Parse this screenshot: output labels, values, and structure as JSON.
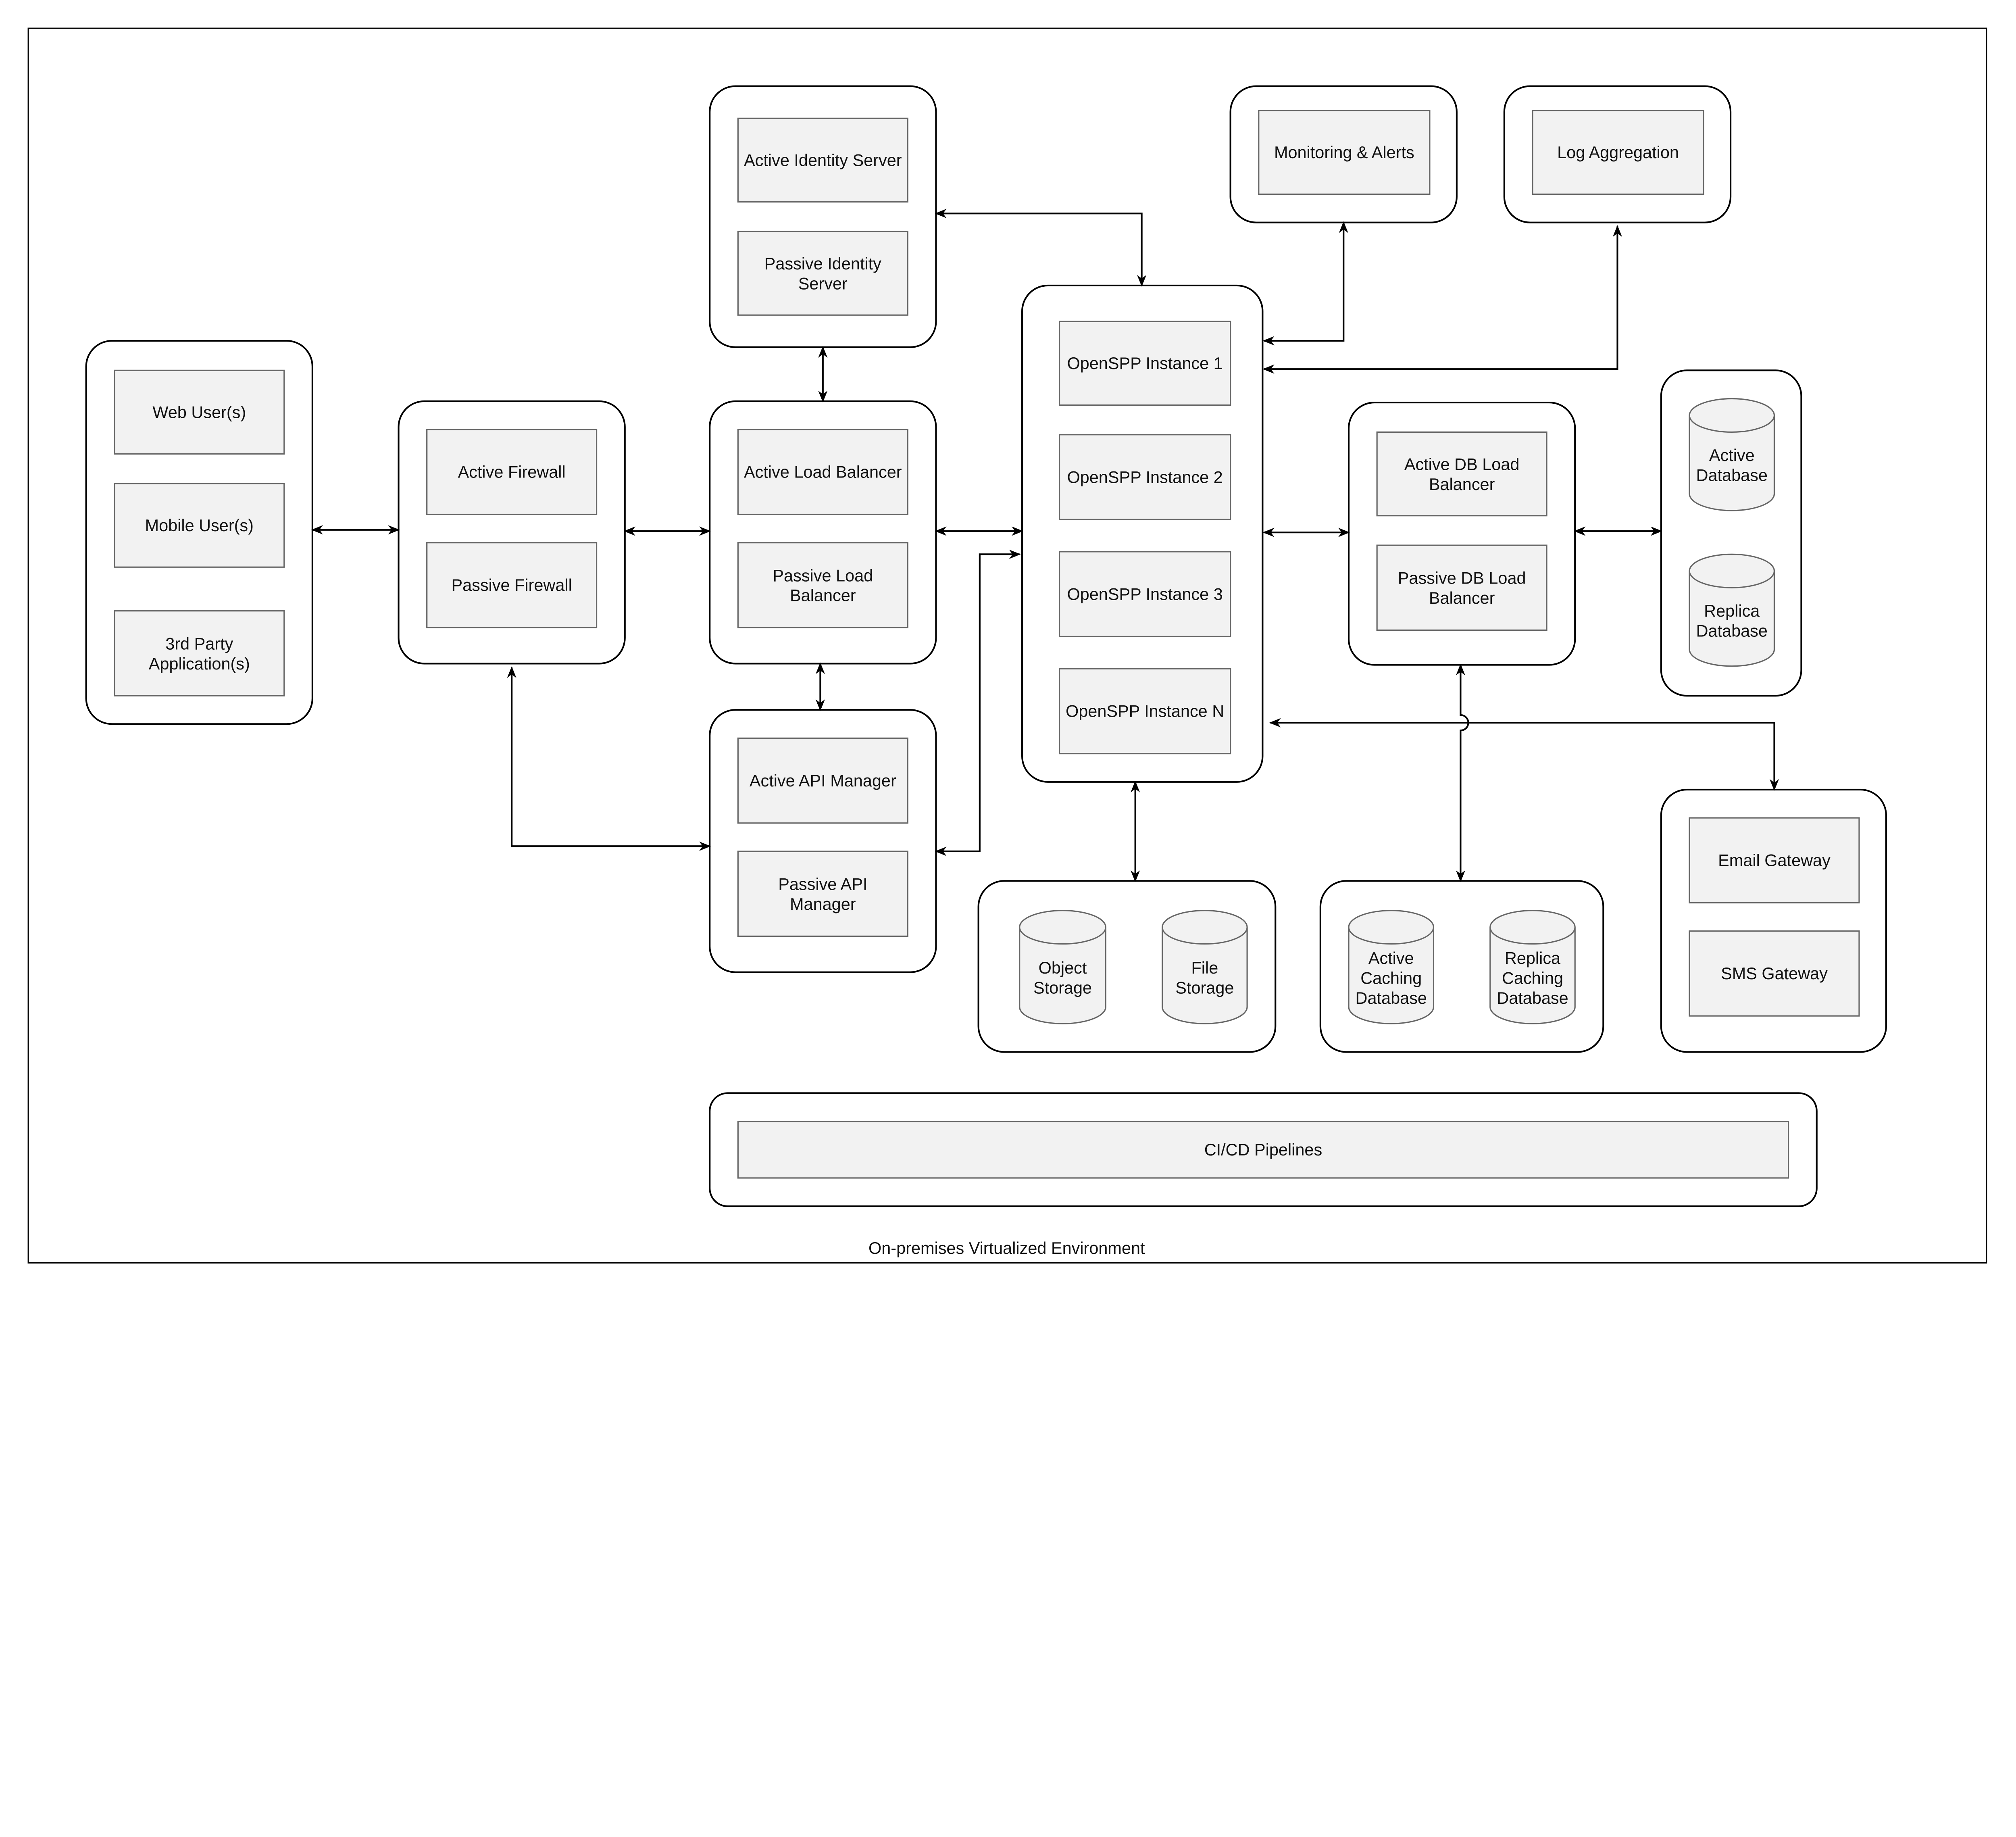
{
  "environment_label": "On-premises Virtualized Environment",
  "users": {
    "web": [
      "Web User(s)"
    ],
    "mobile": [
      "Mobile User(s)"
    ],
    "third_party": [
      "3rd Party",
      "Application(s)"
    ]
  },
  "firewall": {
    "active": [
      "Active Firewall"
    ],
    "passive": [
      "Passive Firewall"
    ]
  },
  "identity": {
    "active": [
      "Active Identity Server"
    ],
    "passive": [
      "Passive Identity",
      "Server"
    ]
  },
  "load_balancer": {
    "active": [
      "Active Load Balancer"
    ],
    "passive": [
      "Passive Load",
      "Balancer"
    ]
  },
  "api_manager": {
    "active": [
      "Active API Manager"
    ],
    "passive": [
      "Passive API",
      "Manager"
    ]
  },
  "openspp": {
    "instances": [
      [
        "OpenSPP Instance 1"
      ],
      [
        "OpenSPP Instance 2"
      ],
      [
        "OpenSPP Instance 3"
      ],
      [
        "OpenSPP Instance N"
      ]
    ]
  },
  "monitoring": [
    "Monitoring & Alerts"
  ],
  "logging": [
    "Log Aggregation"
  ],
  "db_load_balancer": {
    "active": [
      "Active DB Load",
      "Balancer"
    ],
    "passive": [
      "Passive DB Load",
      "Balancer"
    ]
  },
  "database": {
    "active": [
      "Active",
      "Database"
    ],
    "replica": [
      "Replica",
      "Database"
    ]
  },
  "storage": {
    "object": [
      "Object",
      "Storage"
    ],
    "file": [
      "File",
      "Storage"
    ]
  },
  "cache": {
    "active": [
      "Active",
      "Caching",
      "Database"
    ],
    "replica": [
      "Replica",
      "Caching",
      "Database"
    ]
  },
  "gateways": {
    "email": [
      "Email Gateway"
    ],
    "sms": [
      "SMS Gateway"
    ]
  },
  "cicd": [
    "CI/CD Pipelines"
  ],
  "colors": {
    "node_fill": "#f2f2f2",
    "node_stroke": "#666666",
    "group_stroke": "#000000"
  }
}
